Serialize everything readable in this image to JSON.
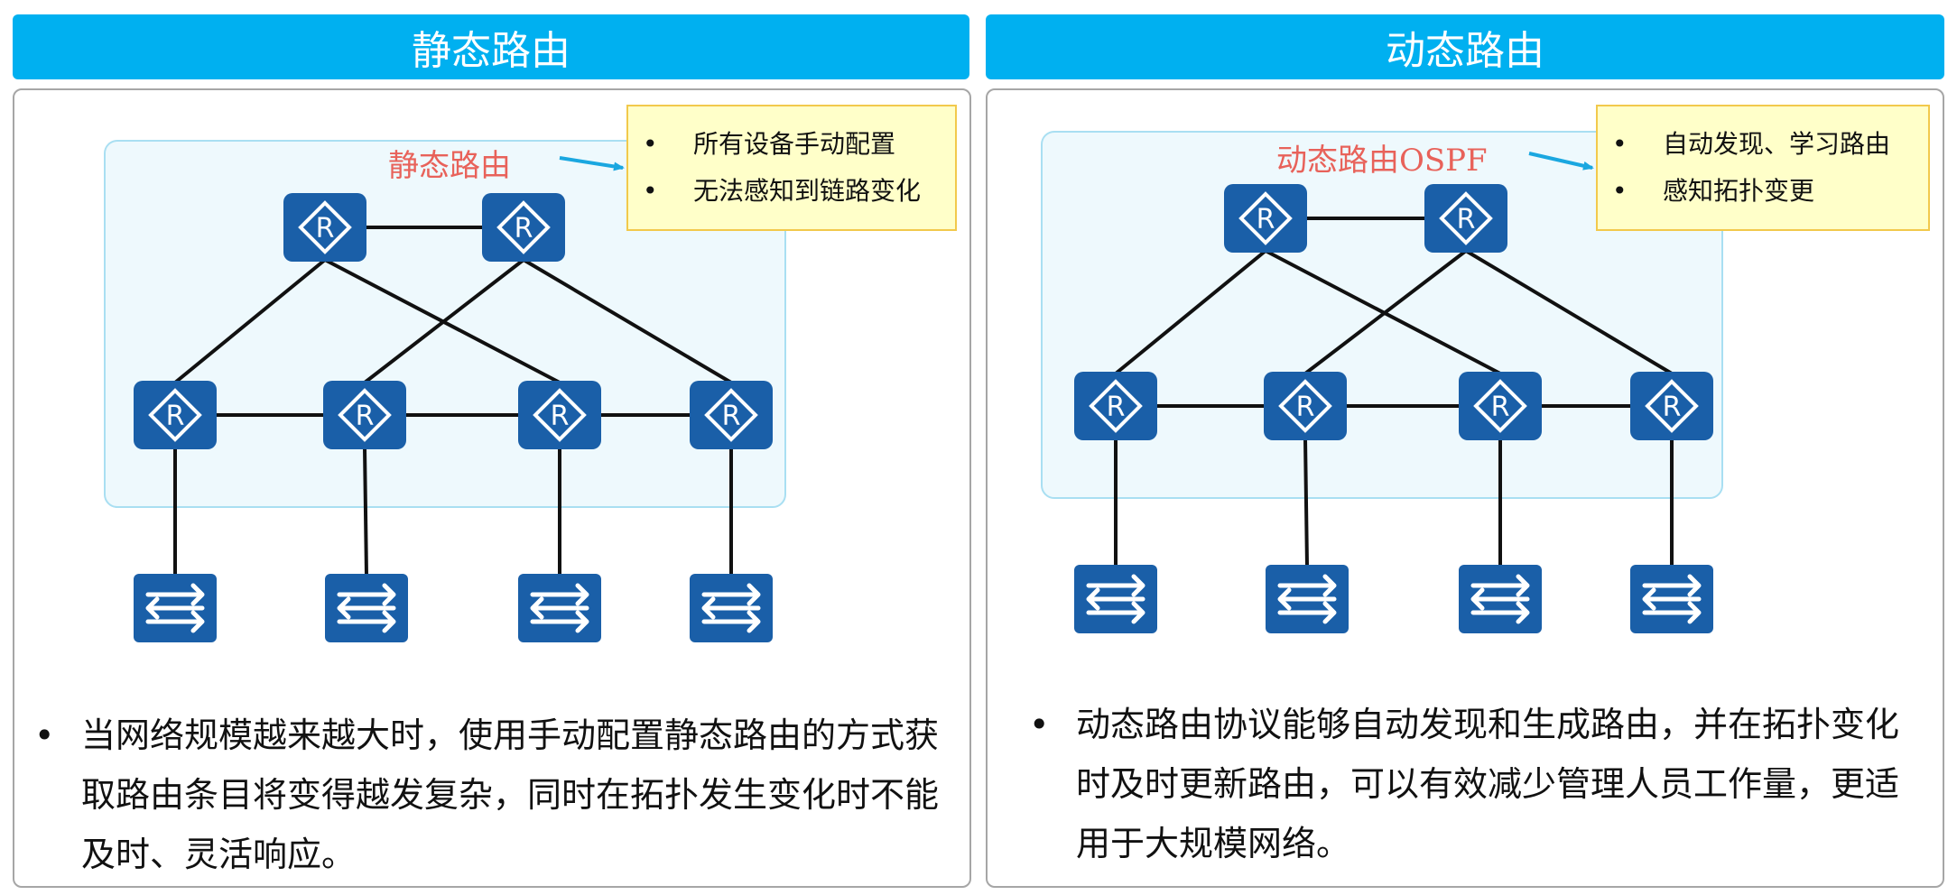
{
  "colors": {
    "header_bg": "#00b0f0",
    "device_fill": "#1a5fa8",
    "zone_fill": "#eef9fd",
    "zone_stroke": "#a9dff2",
    "callout_bg": "#ffffc9",
    "callout_border": "#f2c94c",
    "label_red": "#e8625a",
    "arrow": "#1aa7e0",
    "link": "#111111"
  },
  "icons": {
    "router": "router-icon",
    "switch": "switch-icon"
  },
  "left": {
    "header": "静态路由",
    "zone_label": "静态路由",
    "callout_items": [
      "所有设备手动配置",
      "无法感知到链路变化"
    ],
    "router_glyph": "R",
    "description": "当网络规模越来越大时，使用手动配置静态路由的方式获取路由条目将变得越发复杂，同时在拓扑发生变化时不能及时、灵活响应。"
  },
  "right": {
    "header": "动态路由",
    "zone_label": "动态路由OSPF",
    "callout_items": [
      "自动发现、学习路由",
      "感知拓扑变更"
    ],
    "router_glyph": "R",
    "description": "动态路由协议能够自动发现和生成路由，并在拓扑变化时及时更新路由，可以有效减少管理人员工作量，更适用于大规模网络。"
  }
}
